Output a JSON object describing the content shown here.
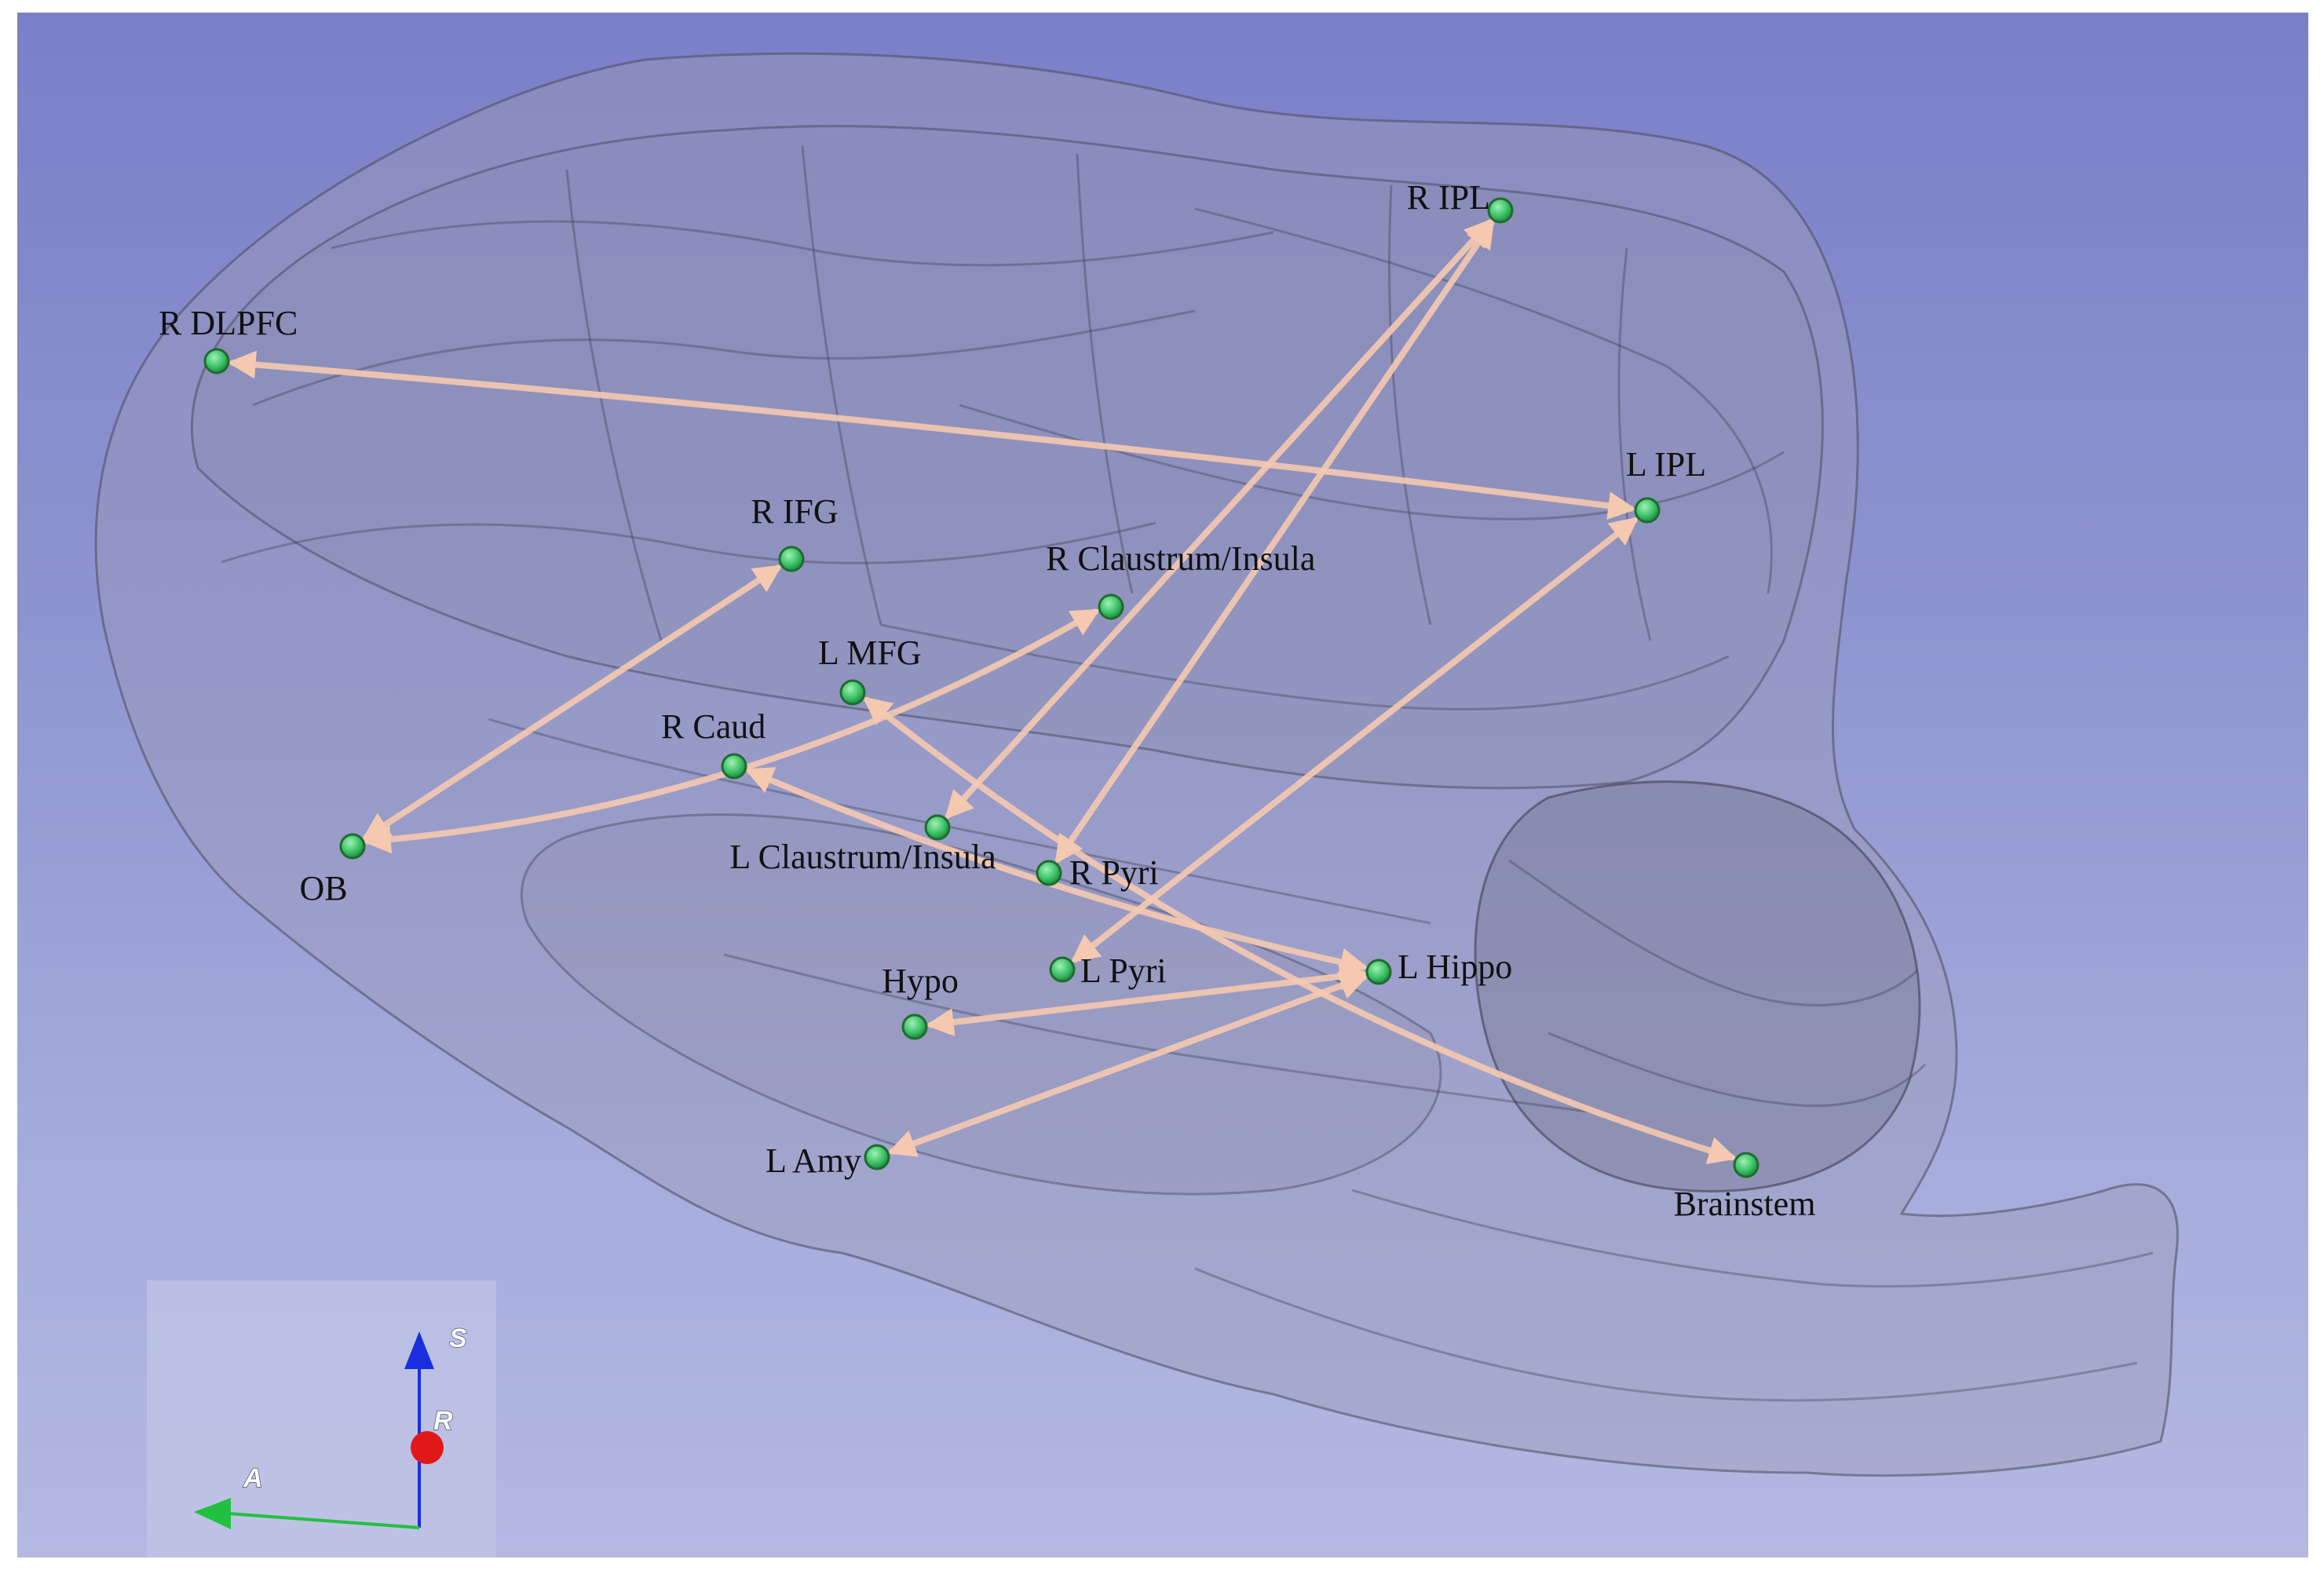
{
  "colors": {
    "background_top": "#7a7fc8",
    "background_bottom": "#b4b9e2",
    "brain_fill": "#9a9cb8",
    "brain_outline": "#4a4a5a",
    "node": "#3fc46a",
    "connection": "#f5c9b0",
    "axis_superior": "#1a2ee0",
    "axis_anterior": "#22c040",
    "axis_right": "#e01818"
  },
  "regions": [
    {
      "id": "r_ipl",
      "label": "R IPL"
    },
    {
      "id": "r_dlpfc",
      "label": "R DLPFC"
    },
    {
      "id": "l_ipl",
      "label": "L IPL"
    },
    {
      "id": "r_ifg",
      "label": "R IFG"
    },
    {
      "id": "r_claustrum",
      "label": "R Claustrum/Insula"
    },
    {
      "id": "l_mfg",
      "label": "L MFG"
    },
    {
      "id": "r_caud",
      "label": "R Caud"
    },
    {
      "id": "ob",
      "label": "OB"
    },
    {
      "id": "l_claustrum",
      "label": "L Claustrum/Insula"
    },
    {
      "id": "r_pyri",
      "label": "R Pyri"
    },
    {
      "id": "l_pyri",
      "label": "L Pyri"
    },
    {
      "id": "l_hippo",
      "label": "L Hippo"
    },
    {
      "id": "hypo",
      "label": "Hypo"
    },
    {
      "id": "l_amy",
      "label": "L Amy"
    },
    {
      "id": "brainstem",
      "label": "Brainstem"
    }
  ],
  "connections": [
    {
      "from": "r_dlpfc",
      "to": "l_ipl"
    },
    {
      "from": "r_ipl",
      "to": "l_claustrum"
    },
    {
      "from": "r_ipl",
      "to": "r_pyri"
    },
    {
      "from": "l_ipl",
      "to": "l_pyri"
    },
    {
      "from": "ob",
      "to": "r_ifg"
    },
    {
      "from": "ob",
      "to": "r_claustrum"
    },
    {
      "from": "l_mfg",
      "to": "brainstem"
    },
    {
      "from": "r_caud",
      "to": "l_hippo"
    },
    {
      "from": "l_hippo",
      "to": "hypo"
    },
    {
      "from": "l_hippo",
      "to": "l_amy"
    }
  ],
  "orientation": {
    "superior": "S",
    "anterior": "A",
    "right": "R"
  }
}
